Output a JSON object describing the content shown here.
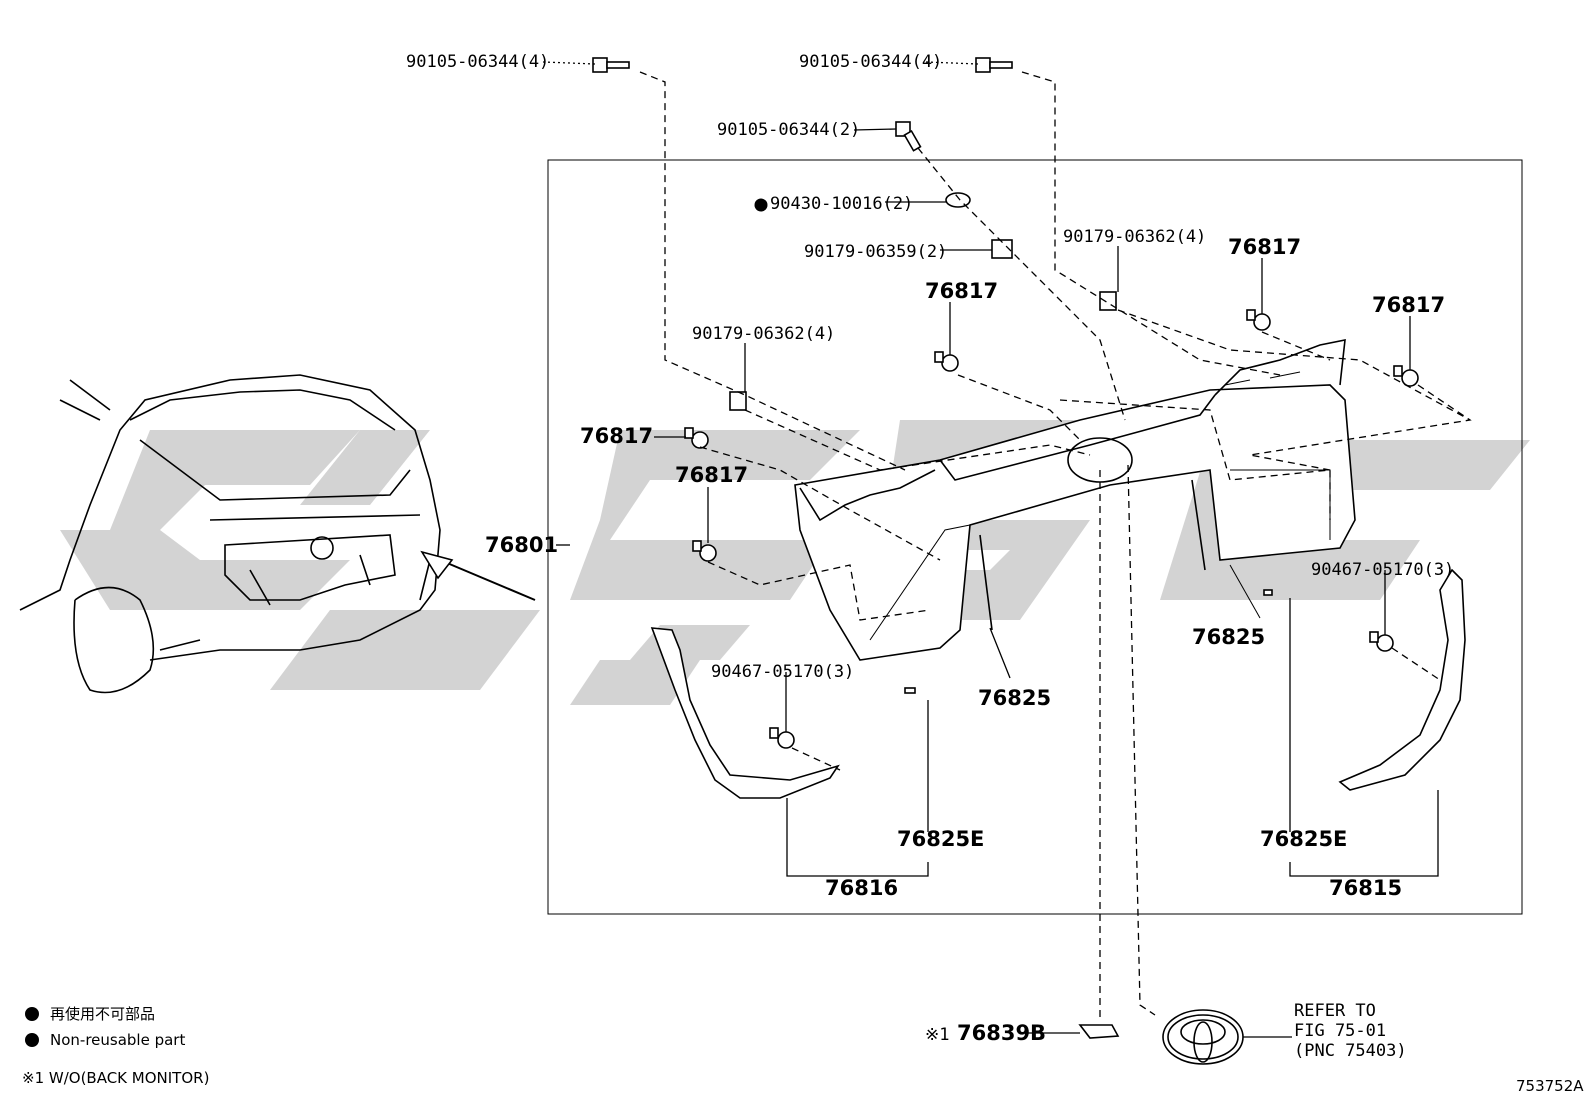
{
  "labels": {
    "bolt_top_left": "90105-06344(4)",
    "bolt_top_right": "90105-06344(4)",
    "bolt_mid": "90105-06344(2)",
    "washer": "90430-10016(2)",
    "nut": "90179-06359(2)",
    "nut_left": "90179-06362(4)",
    "nut_right": "90179-06362(4)",
    "clip_center": "76817",
    "clip_right_upper": "76817",
    "clip_right": "76817",
    "clip_left_upper": "76817",
    "clip_left_lower": "76817",
    "garnish_assy": "76801",
    "clip_left_garnish": "90467-05170(3)",
    "clip_right_garnish": "90467-05170(3)",
    "tape_center": "76825",
    "tape_right": "76825",
    "tape_left_e": "76825E",
    "tape_right_e": "76825E",
    "garnish_left": "76816",
    "garnish_right": "76815",
    "cover_prefix": "※1",
    "cover": "76839B",
    "refer_line1": "REFER TO",
    "refer_line2": "FIG 75-01",
    "refer_line3": "(PNC 75403)"
  },
  "legend": {
    "jp": "再使用不可部品",
    "en": "Non-reusable part",
    "note": "※1 W/O(BACK MONITOR)"
  },
  "figure_id": "753752A",
  "icons": {
    "nonreusable": "filled-circle-icon",
    "emblem": "toyota-emblem-icon"
  }
}
